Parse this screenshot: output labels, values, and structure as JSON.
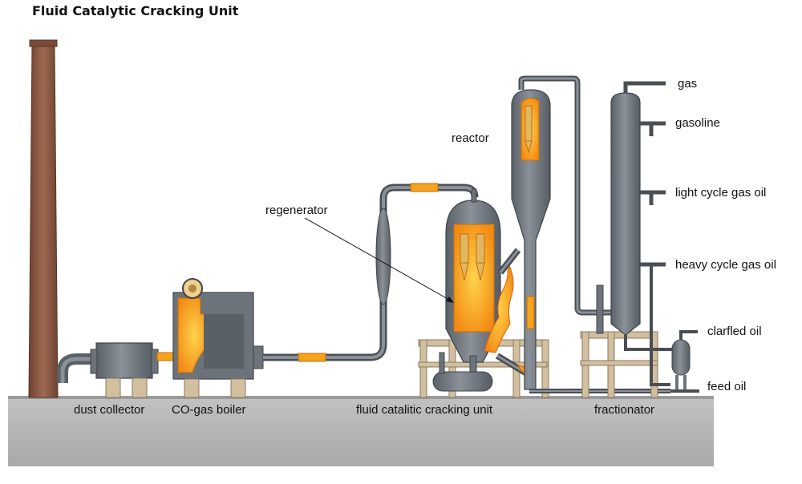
{
  "title": "Fluid Catalytic Cracking Unit",
  "labels": {
    "reactor": "reactor",
    "regenerator": "regenerator",
    "gas": "gas",
    "gasoline": "gasoline",
    "light_cycle_gas_oil": "light cycle gas oil",
    "heavy_cycle_gas_oil": "heavy cycle gas oil",
    "clarified_oil": "clarfled oil",
    "feed_oil": "feed oil",
    "dust_collector": "dust collector",
    "co_gas_boiler": "CO-gas boiler",
    "fluid_catalytic_cracking_unit": "fluid catalitic cracking unit",
    "fractionator": "fractionator"
  },
  "colors": {
    "steel": "#6d737a",
    "steel_dark": "#4a4f55",
    "flame": "#f5a21c",
    "flame_hot": "#e45a12",
    "stack": "#8a5a44",
    "ground": "#b9b9b9",
    "support": "#8c7a5e"
  }
}
